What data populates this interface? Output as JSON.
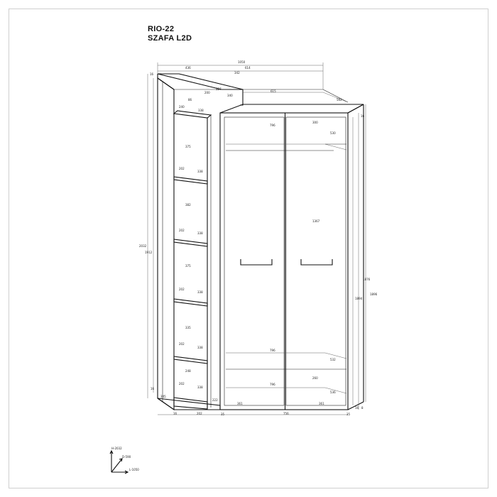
{
  "header": {
    "title_line1": "RIO-22",
    "title_line2": "SZAFA L2D"
  },
  "dimensions": {
    "overall_width": "1050",
    "top_left": "436",
    "top_right_label": "614",
    "side_top": "342",
    "shelf_width_a": "327",
    "shelf_width_b": "200",
    "shelf_width_c": "340",
    "door_depth_top": "615",
    "wardrobe_depth": "562",
    "top_d1": "16",
    "corner_86": "86",
    "shelf_240": "240",
    "shelf_338_a": "338",
    "gap_375_a": "375",
    "shelf_202_a": "202",
    "shelf_338_b": "338",
    "gap_382": "382",
    "shelf_202_b": "202",
    "shelf_338_c": "338",
    "gap_375_b": "375",
    "shelf_202_c": "202",
    "shelf_338_d": "338",
    "gap_335": "335",
    "shelf_202_d": "202",
    "shelf_338_e": "338",
    "gap_248": "248",
    "shelf_202_e": "202",
    "shelf_338_f": "338",
    "left_height_outer": "2032",
    "left_height_inner": "1912",
    "bottom_left_16": "16",
    "bottom_345": "345",
    "bottom_222": "222",
    "rail_width": "796",
    "rail_depth": "530",
    "shelf_top_300": "300",
    "inner_height": "1367",
    "inner_shelf_796": "796",
    "inner_shelf_532": "532",
    "drawer_260": "260",
    "drawer_796": "796",
    "drawer_536": "536",
    "bottom_361_a": "361",
    "bottom_361_b": "361",
    "right_height_a": "1876",
    "right_height_b": "1894",
    "right_height_c": "1896",
    "right_top_16": "16",
    "right_bottom_16": "16",
    "right_bottom_8": "8",
    "base_16": "16",
    "base_202": "202",
    "base_35_a": "35",
    "base_756": "756",
    "base_35_b": "35"
  },
  "axes": {
    "height": "H-2032",
    "depth": "D-590",
    "length": "L-1050"
  }
}
